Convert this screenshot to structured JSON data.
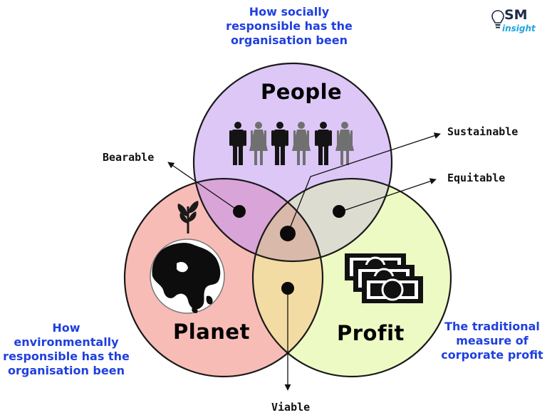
{
  "logo": {
    "line1": "SM",
    "line2": "insight"
  },
  "circles": {
    "people": {
      "title": "People",
      "color": "#dcc7f7"
    },
    "planet": {
      "title": "Planet",
      "color": "#f8bcb6"
    },
    "profit": {
      "title": "Profit",
      "color": "#eefac4"
    }
  },
  "overlaps": {
    "people_planet": "#d9a4d8",
    "people_profit": "#dddcd0",
    "planet_profit": "#f3dba4",
    "center": "#d9b9aa"
  },
  "annotations": {
    "social": [
      "How socially",
      "responsible has the",
      "organisation been"
    ],
    "environmental": [
      "How environmentally",
      "responsible has the",
      "organisation been"
    ],
    "profit": [
      "The traditional",
      "measure of",
      "corporate profit"
    ]
  },
  "labels": {
    "bearable": "Bearable",
    "sustainable": "Sustainable",
    "equitable": "Equitable",
    "viable": "Viable"
  },
  "icons": {
    "people": "people-group-icon",
    "planet": "globe-icon",
    "sprout": "sprout-icon",
    "profit": "banknotes-icon",
    "logo": "lightbulb-icon"
  },
  "accent_blue": "#1f3fe0"
}
